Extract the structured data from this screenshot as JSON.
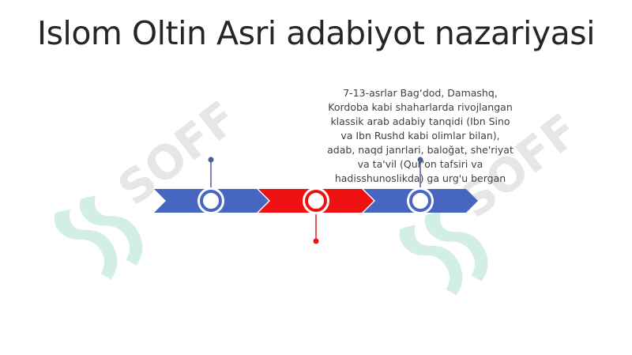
{
  "slide": {
    "title": "Islom Oltin Asri adabiyot nazariyasi",
    "caption": "7-13-asrlar Bag‘dod, Damashq, Kordoba kabi shaharlarda rivojlangan klassik arab adabiy tanqidi (Ibn Sino va Ibn Rushd kabi olimlar bilan), adab, naqd janrlari, baloğat, she'riyat va ta'vil (Qur'on tafsiri va hadisshunoslikda) ga urg'u bergan"
  },
  "watermark": {
    "text": "SOFF",
    "logo": "soff-logo-icon"
  },
  "colors": {
    "blue": "#4766c2",
    "red": "#ee1111",
    "blue_pin": "#4a5d96",
    "red_pin": "#d42020",
    "watermark_text": "#e4e4e4",
    "watermark_logo": "#cfeee0"
  },
  "timeline": {
    "segments": [
      "blue",
      "red",
      "blue"
    ],
    "markers": [
      {
        "color": "blue",
        "pin": "up"
      },
      {
        "color": "red",
        "pin": "down"
      },
      {
        "color": "blue",
        "pin": "up"
      }
    ]
  }
}
